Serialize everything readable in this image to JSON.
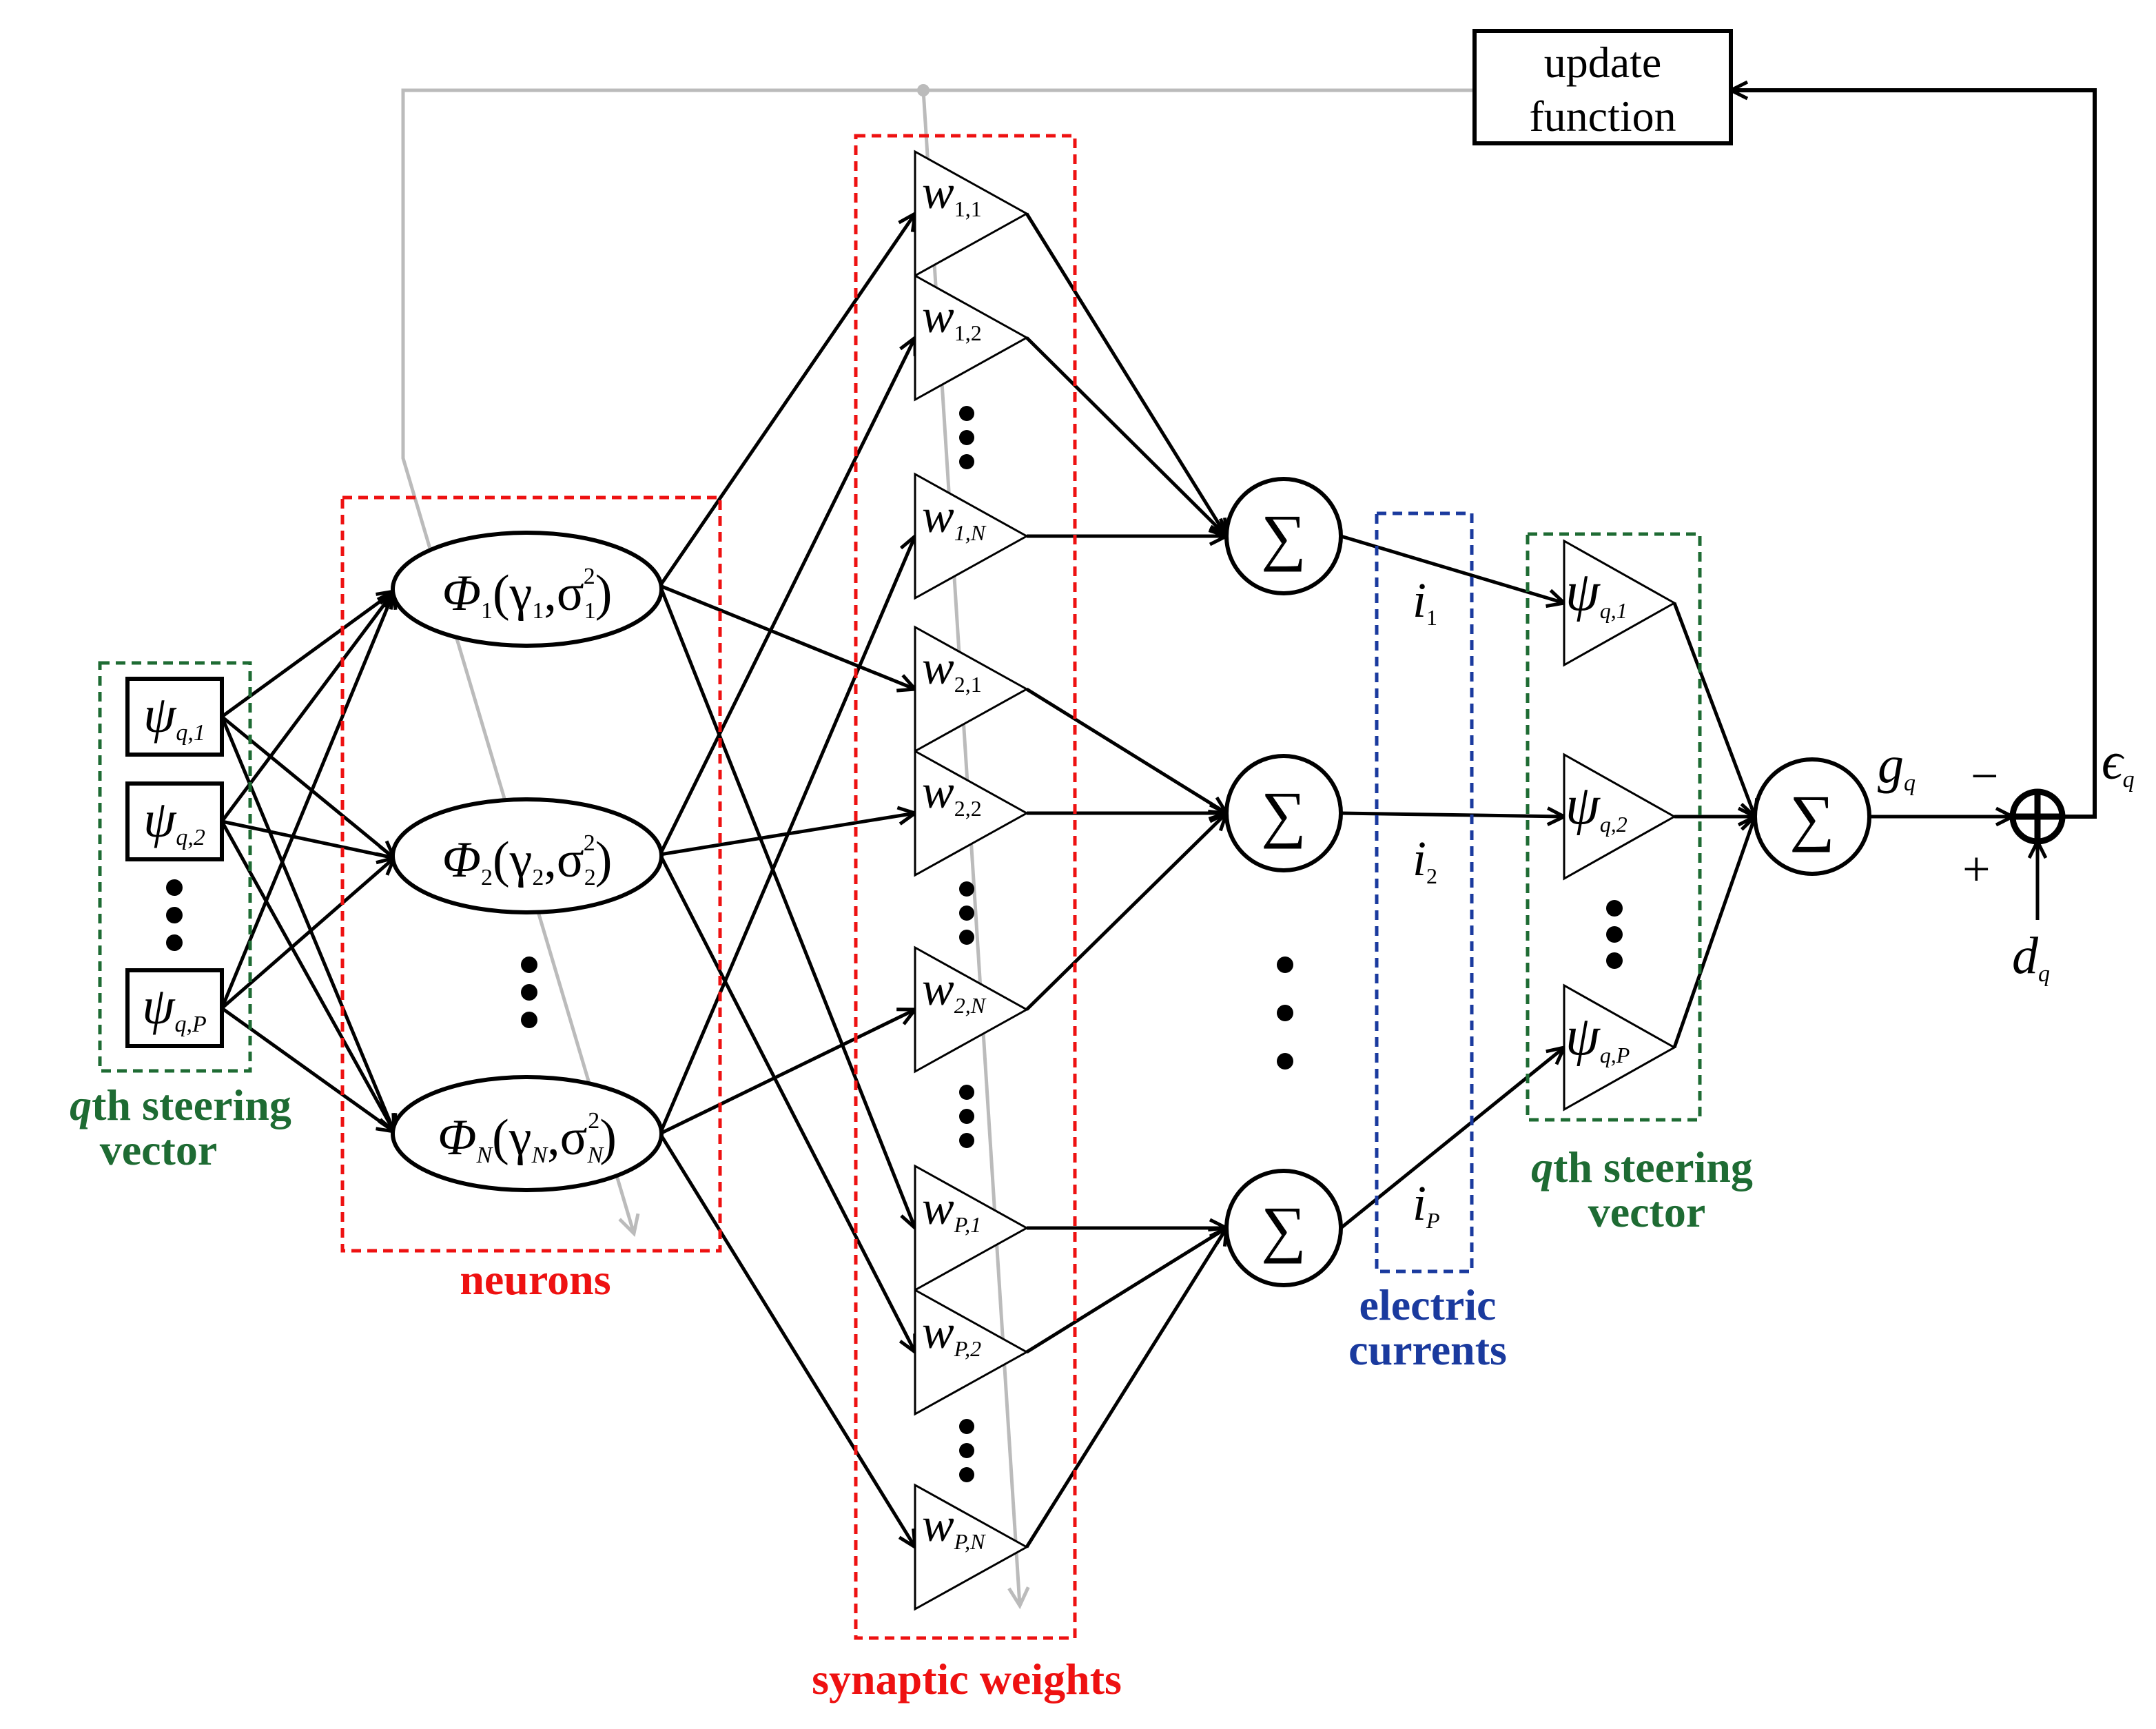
{
  "update_box": {
    "line1": "update",
    "line2": "function"
  },
  "inputs": [
    {
      "sym": "ψ",
      "sub": "q,1"
    },
    {
      "sym": "ψ",
      "sub": "q,2"
    },
    {
      "sym": "ψ",
      "sub": "q,P"
    }
  ],
  "neurons": [
    {
      "phi_sub": "1",
      "gamma_sub": "1",
      "sigma_sub": "1",
      "sigma_sup": "2"
    },
    {
      "phi_sub": "2",
      "gamma_sub": "2",
      "sigma_sub": "2",
      "sigma_sup": "2"
    },
    {
      "phi_sub": "N",
      "gamma_sub": "N",
      "sigma_sub": "N",
      "sigma_sup": "2"
    }
  ],
  "weights": [
    {
      "sym": "w",
      "sub": "1,1"
    },
    {
      "sym": "w",
      "sub": "1,2"
    },
    {
      "sym": "w",
      "sub": "1,N"
    },
    {
      "sym": "w",
      "sub": "2,1"
    },
    {
      "sym": "w",
      "sub": "2,2"
    },
    {
      "sym": "w",
      "sub": "2,N"
    },
    {
      "sym": "w",
      "sub": "P,1"
    },
    {
      "sym": "w",
      "sub": "P,2"
    },
    {
      "sym": "w",
      "sub": "P,N"
    }
  ],
  "sum_symbol": "∑",
  "currents": [
    {
      "sym": "i",
      "sub": "1"
    },
    {
      "sym": "i",
      "sub": "2"
    },
    {
      "sym": "i",
      "sub": "P"
    }
  ],
  "output_gains": [
    {
      "sym": "ψ",
      "sub": "q,1"
    },
    {
      "sym": "ψ",
      "sub": "q,2"
    },
    {
      "sym": "ψ",
      "sub": "q,P"
    }
  ],
  "signals": {
    "g": {
      "sym": "g",
      "sub": "q"
    },
    "minus": "−",
    "plus": "+",
    "d": {
      "sym": "d",
      "sub": "q"
    },
    "eps": {
      "sym": "ϵ",
      "sub": "q"
    }
  },
  "group_labels": {
    "input_line1": "qth steering",
    "input_line2": "vector",
    "neurons": "neurons",
    "weights": "synaptic weights",
    "currents_line1": "electric",
    "currents_line2": "currents",
    "output_line1": "qth steering",
    "output_line2": "vector"
  },
  "colors": {
    "line": "#000000",
    "feedback": "#bbbbbb",
    "green": "#1e6b33",
    "red": "#ee1111",
    "blue": "#1a3a9e"
  }
}
